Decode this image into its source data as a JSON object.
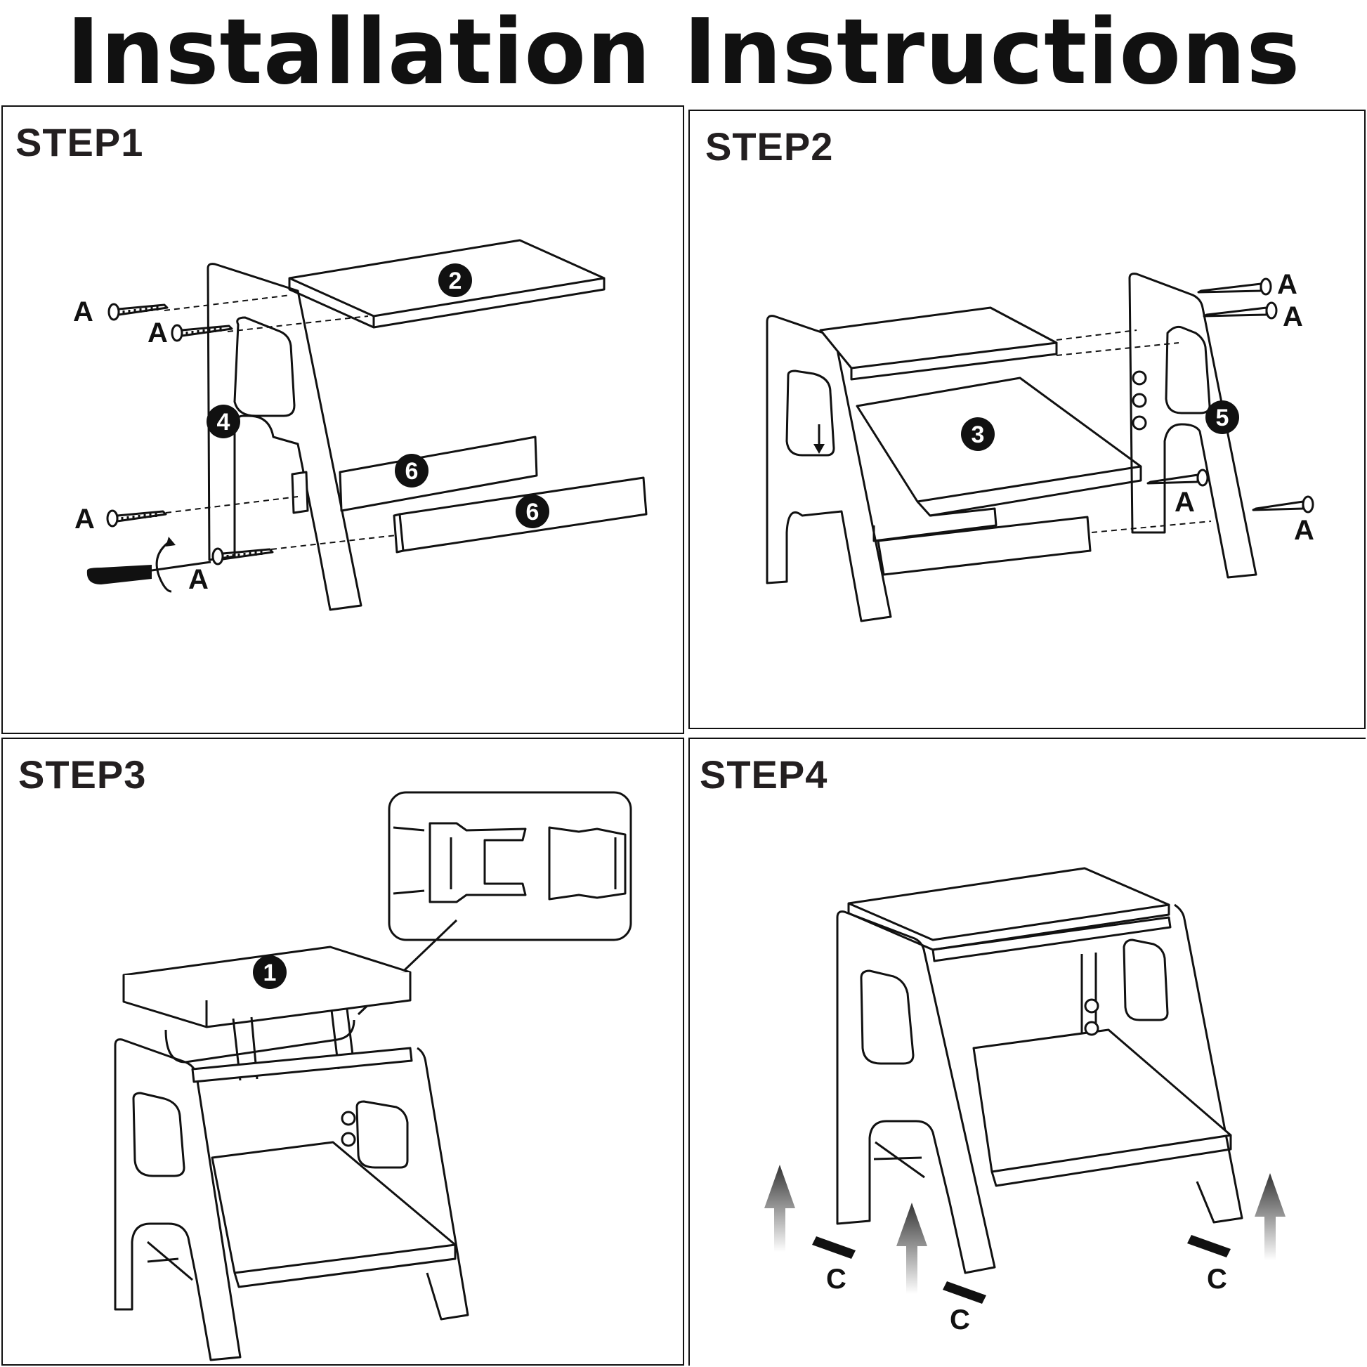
{
  "title": "Installation Instructions",
  "steps": [
    {
      "label": "STEP1",
      "parts": [
        "2",
        "4",
        "6",
        "6"
      ],
      "screw_label": "A"
    },
    {
      "label": "STEP2",
      "parts": [
        "3",
        "5"
      ],
      "screw_label": "A"
    },
    {
      "label": "STEP3",
      "parts": [
        "1"
      ]
    },
    {
      "label": "STEP4",
      "pad_label": "C"
    }
  ]
}
